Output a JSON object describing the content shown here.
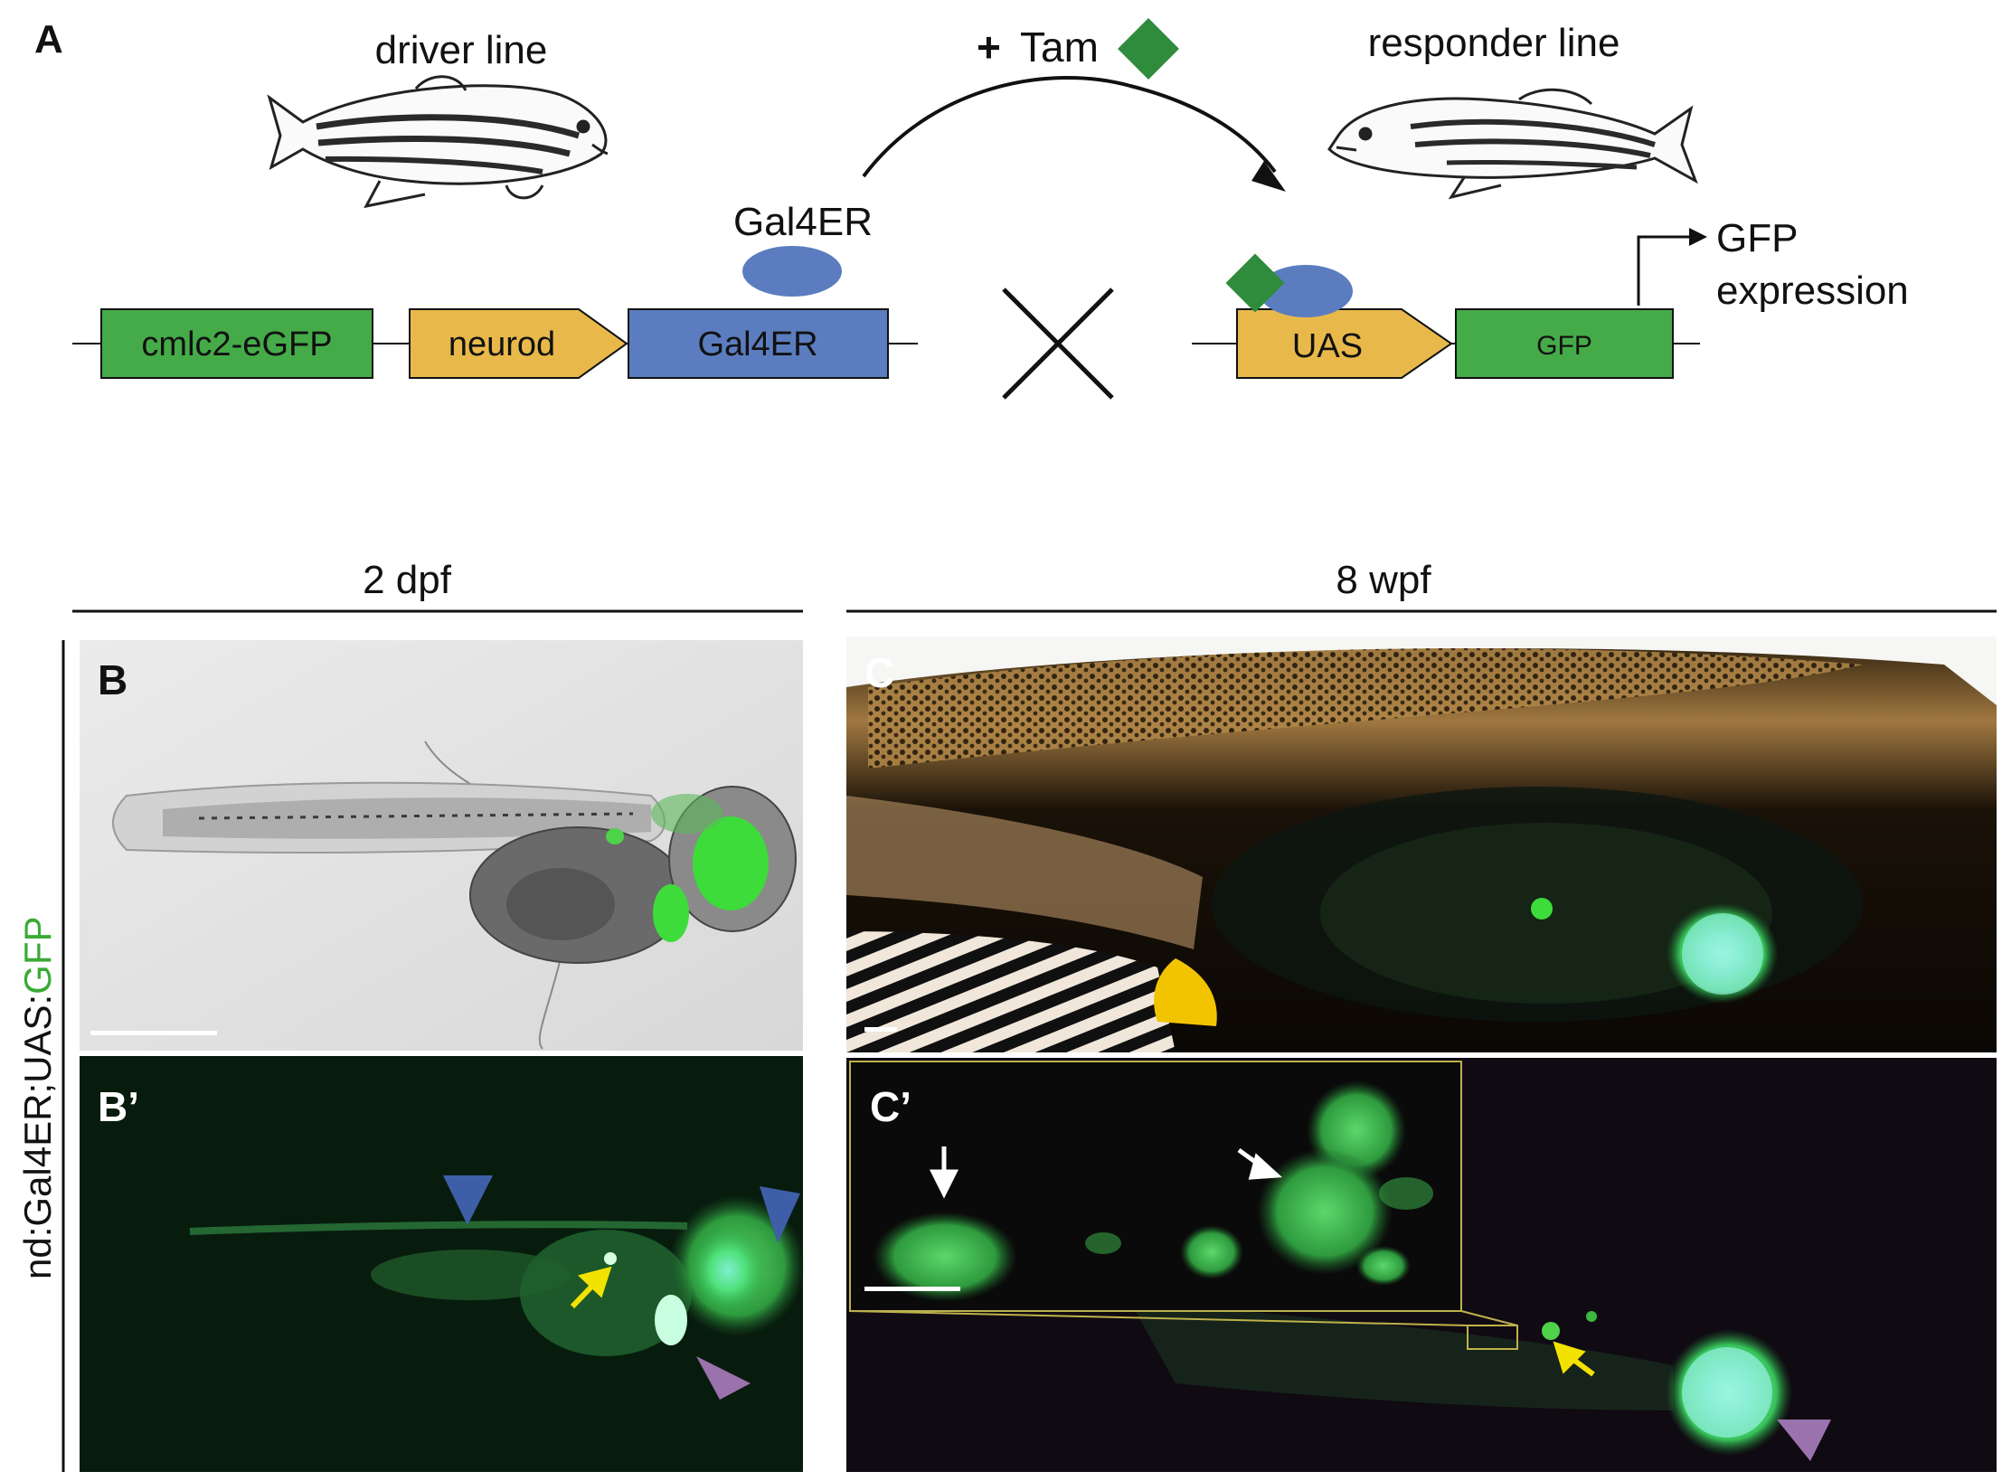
{
  "panel_a": {
    "letter": "A",
    "driver_label": "driver line",
    "responder_label": "responder line",
    "treatment": {
      "plus": "+",
      "agent": "Tam"
    },
    "protein_label": "Gal4ER",
    "driver_construct": [
      "cmlc2-eGFP",
      "neurod",
      "Gal4ER"
    ],
    "responder_construct": [
      "UAS",
      "GFP"
    ],
    "output_label_line1": "GFP",
    "output_label_line2": "expression",
    "colors": {
      "green_box": "#45ab48",
      "yellow_box": "#e8b94a",
      "blue_box": "#5b7dbf",
      "protein": "#5b7dbf",
      "tamoxifen": "#2e8c3c"
    }
  },
  "timepoints": {
    "early": "2 dpf",
    "late": "8 wpf"
  },
  "side_label": {
    "genotype_prefix": "nd:Gal4ER;UAS:",
    "genotype_reporter": "GFP",
    "reporter_color": "#3aaa35"
  },
  "panels": {
    "b": "B",
    "b_prime": "Bʼ",
    "c": "C",
    "c_prime": "Cʼ"
  },
  "marker_colors": {
    "yellow_arrow": "#f2e200",
    "blue_arrowhead": "#3f5ea8",
    "purple_arrowhead": "#9a72ae",
    "white_arrow": "#ffffff",
    "inset_border": "#bdb24a"
  }
}
